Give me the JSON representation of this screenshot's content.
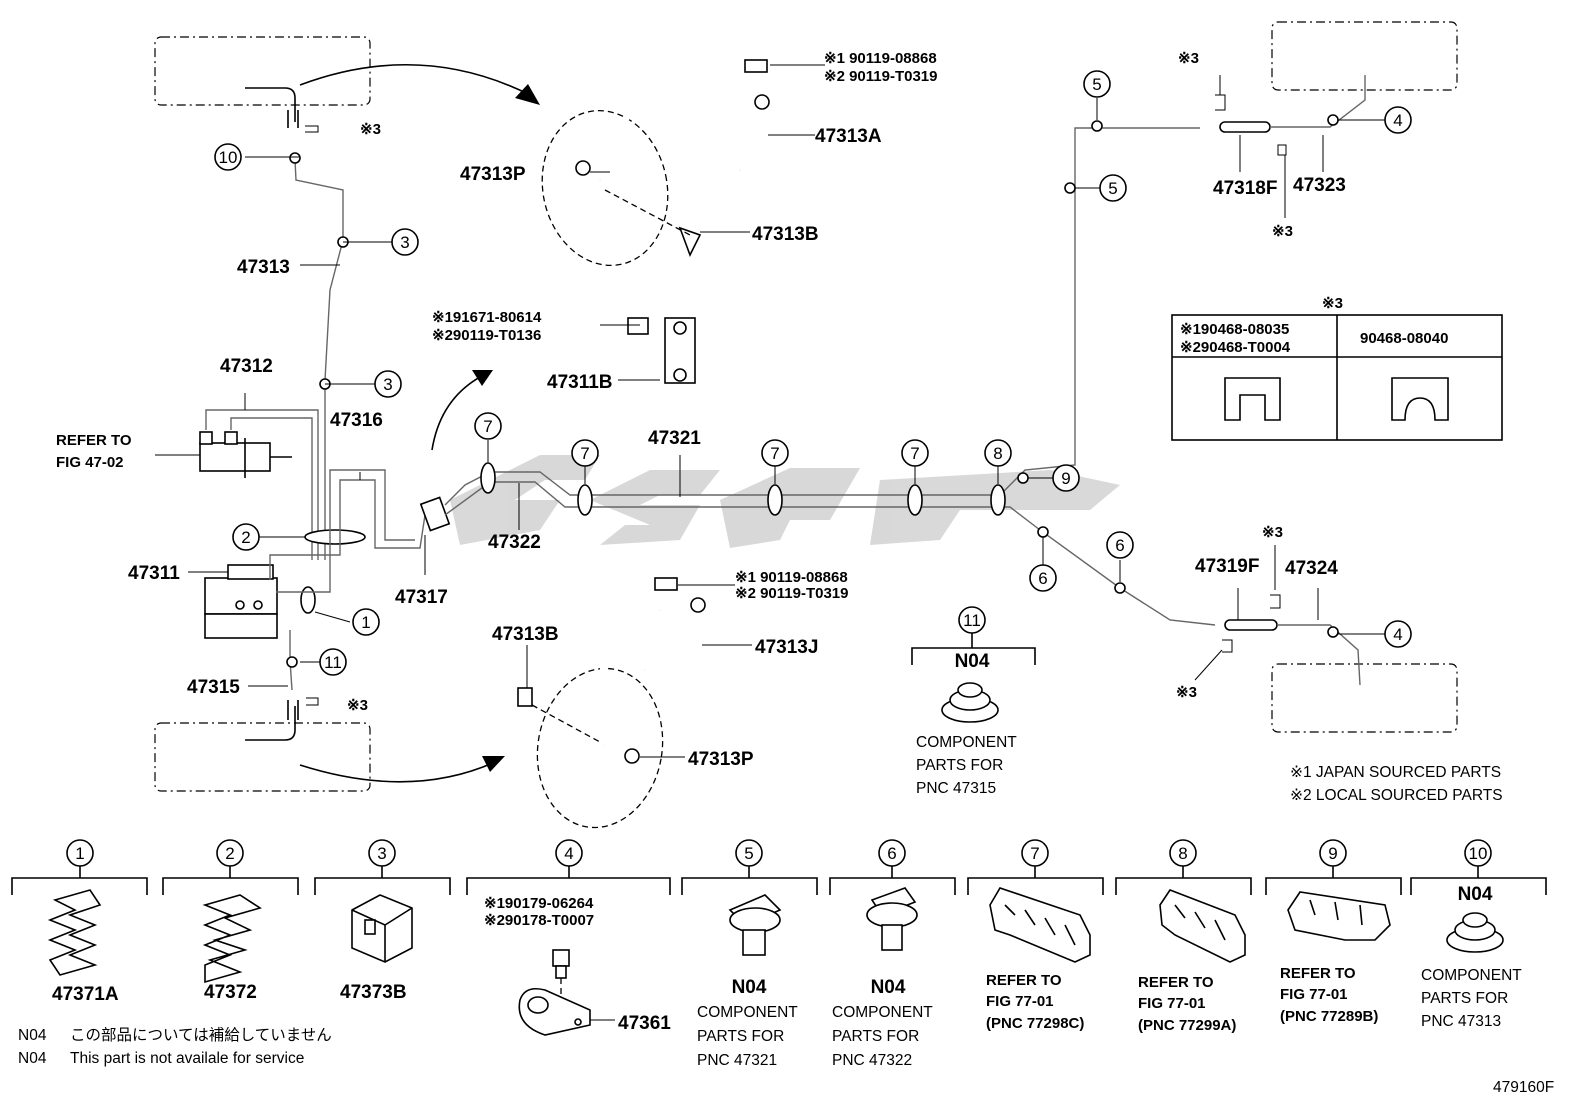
{
  "drawing_id": "479160F",
  "part_labels": {
    "p47313": "47313",
    "p47312": "47312",
    "p47316": "47316",
    "p47311": "47311",
    "p47315": "47315",
    "p47317": "47317",
    "p47322": "47322",
    "p47321": "47321",
    "p47313A": "47313A",
    "p47313P_top": "47313P",
    "p47313B_top": "47313B",
    "p47311B": "47311B",
    "p47313B_bot": "47313B",
    "p47313J": "47313J",
    "p47313P_bot": "47313P",
    "p47318F": "47318F",
    "p47323": "47323",
    "p47319F": "47319F",
    "p47324": "47324"
  },
  "refer_fig_47": {
    "line1": "REFER TO",
    "line2": "FIG 47-02"
  },
  "code_notes": {
    "top_bolt_1": "※1 90119-08868",
    "top_bolt_2": "※2 90119-T0319",
    "bracket_1": "※191671-80614",
    "bracket_2": "※290119-T0136",
    "mid_bolt_1": "※1 90119-08868",
    "mid_bolt_2": "※2 90119-T0319",
    "clip_1": "※190179-06264",
    "clip_2": "※290178-T0007"
  },
  "clip_marker": "※3",
  "clip_table": {
    "header": "※3",
    "left_line1": "※190468-08035",
    "left_line2": "※290468-T0004",
    "right": "90468-08040"
  },
  "n04_box": {
    "code": "N04",
    "line1": "COMPONENT",
    "line2": "PARTS FOR",
    "line3": "PNC 47315"
  },
  "legend": {
    "l1": "※1 JAPAN SOURCED PARTS",
    "l2": "※2 LOCAL SOURCED PARTS"
  },
  "circled_numbers": [
    "1",
    "2",
    "3",
    "4",
    "5",
    "6",
    "7",
    "8",
    "9",
    "10",
    "11"
  ],
  "bottom_items": [
    {
      "num": "1",
      "label": "47371A"
    },
    {
      "num": "2",
      "label": "47372"
    },
    {
      "num": "3",
      "label": "47373B"
    },
    {
      "num": "4",
      "label": "47361"
    },
    {
      "num": "5",
      "code": "N04",
      "l1": "COMPONENT",
      "l2": "PARTS FOR",
      "l3": "PNC 47321"
    },
    {
      "num": "6",
      "code": "N04",
      "l1": "COMPONENT",
      "l2": "PARTS FOR",
      "l3": "PNC 47322"
    },
    {
      "num": "7",
      "l1": "REFER TO",
      "l2": "FIG 77-01",
      "l3": "(PNC 77298C)"
    },
    {
      "num": "8",
      "l1": "REFER TO",
      "l2": "FIG 77-01",
      "l3": "(PNC 77299A)"
    },
    {
      "num": "9",
      "l1": "REFER TO",
      "l2": "FIG 77-01",
      "l3": "(PNC 77289B)"
    },
    {
      "num": "10",
      "code": "N04",
      "l1": "COMPONENT",
      "l2": "PARTS FOR",
      "l3": "PNC 47313"
    }
  ],
  "footnotes": {
    "code1": "N04",
    "text1": "この部品については補給していません",
    "code2": "N04",
    "text2": "This part is not availale for service"
  }
}
